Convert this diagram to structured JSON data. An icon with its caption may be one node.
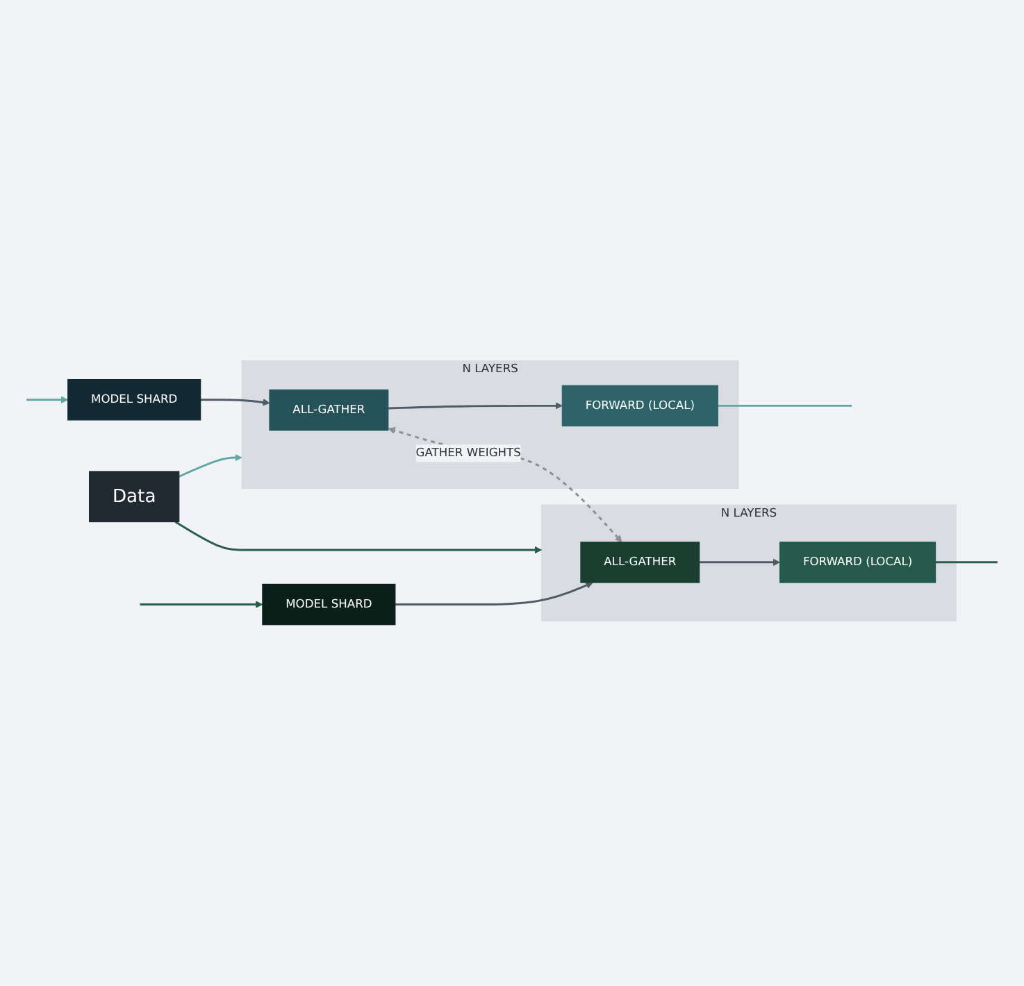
{
  "diagram": {
    "nodes": [
      {
        "text": [
          "Data"
        ]
      },
      {
        "text": [
          "MODEL SHARD"
        ]
      },
      {
        "text": [
          "N LAYERS"
        ]
      },
      {
        "text": [
          "ALL-GATHER"
        ],
        "in": 2
      },
      {
        "text": [
          "FORWARD (LOCAL)"
        ],
        "in": 2
      },
      {
        "text": [
          "MODEL SHARD"
        ]
      },
      {
        "text": [
          "N LAYERS"
        ]
      },
      {
        "text": [
          "ALL-GATHER"
        ],
        "in": 6
      },
      {
        "text": [
          "FORWARD (LOCAL)"
        ],
        "in": 6
      }
    ],
    "edges": [
      {
        "from": null,
        "to": 1,
        "arrow": "to",
        "color": "#5fa8a3"
      },
      {
        "from": 1,
        "to": 3,
        "arrow": "to"
      },
      {
        "from": 3,
        "to": 4,
        "arrow": "to"
      },
      {
        "from": 4,
        "to": null,
        "arrow": "none",
        "color": "#5fa8a3"
      },
      {
        "from": 0,
        "to": 2,
        "arrow": "to",
        "color": "#5fa8a3"
      },
      {
        "from": 3,
        "to": 7,
        "arrow": "both",
        "style": "dashed",
        "label": "GATHER WEIGHTS",
        "color": "#8c9096"
      },
      {
        "from": 0,
        "to": 6,
        "arrow": "to",
        "color": "#2a5e4b"
      },
      {
        "from": 5,
        "to": 7,
        "arrow": "to"
      },
      {
        "from": 7,
        "to": 8,
        "arrow": "to"
      },
      {
        "from": 8,
        "to": null,
        "arrow": "none",
        "color": "#2a5e4b"
      },
      {
        "from": null,
        "to": 5,
        "arrow": "to",
        "color": "#2a5e4b"
      }
    ]
  }
}
